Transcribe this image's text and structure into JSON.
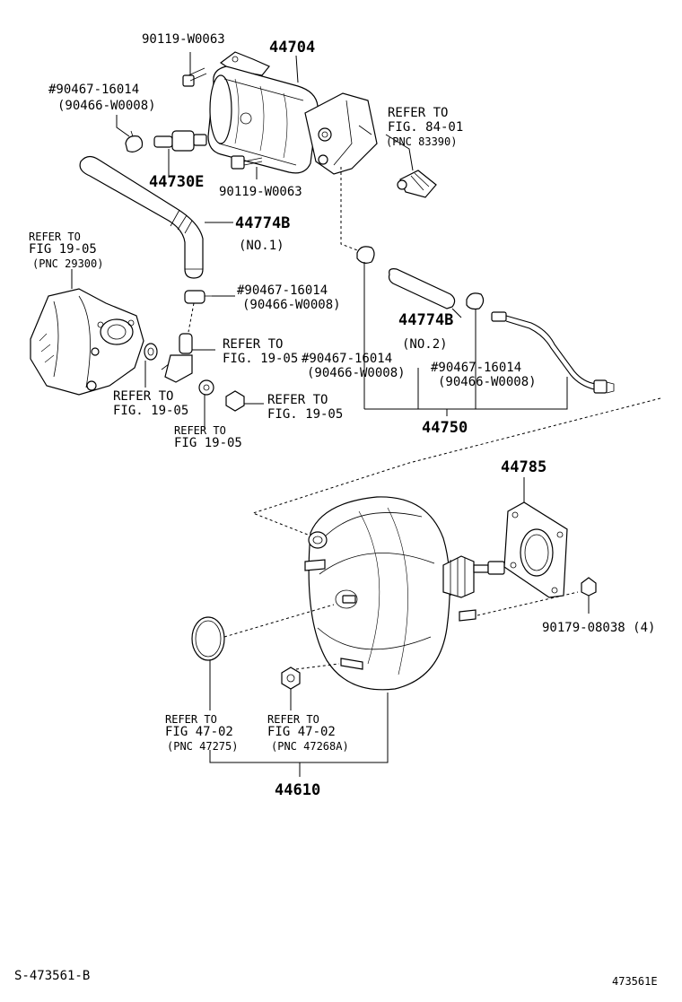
{
  "labels": {
    "bolt_top": "90119-W0063",
    "tank_part": "44704",
    "clip_top_hash": "#90467-16014",
    "clip_top_alt": "(90466-W0008)",
    "refer_84_line1": "REFER TO",
    "refer_84_line2": "FIG. 84-01",
    "refer_84_line3": "(PNC 83390)",
    "check_valve": "44730E",
    "bolt_mid": "90119-W0063",
    "hose_no1_part": "44774B",
    "hose_no1_sub": "(NO.1)",
    "refer_pump_line1": "REFER TO",
    "refer_pump_line2": "FIG 19-05",
    "refer_pump_line3": "(PNC 29300)",
    "clip_mid_hash": "#90467-16014",
    "clip_mid_alt": "(90466-W0008)",
    "refer_union_line1": "REFER TO",
    "refer_union_line2": "FIG. 19-05",
    "hose_no2_part": "44774B",
    "hose_no2_sub": "(NO.2)",
    "clip_low_hash": "#90467-16014",
    "clip_low_alt": "(90466-W0008)",
    "clip_right_hash": "#90467-16014",
    "clip_right_alt": "(90466-W0008)",
    "refer_gasket_line1": "REFER TO",
    "refer_gasket_line2": "FIG. 19-05",
    "refer_washer_line1": "REFER TO",
    "refer_washer_line2": "FIG 19-05",
    "refer_bolt_line1": "REFER TO",
    "refer_bolt_line2": "FIG. 19-05",
    "assy_44750": "44750",
    "gasket_44785": "44785",
    "nut": "90179-08038 (4)",
    "refer_oring_line1": "REFER TO",
    "refer_oring_line2": "FIG 47-02",
    "refer_oring_line3": "(PNC 47275)",
    "refer_nut_line1": "REFER TO",
    "refer_nut_line2": "FIG 47-02",
    "refer_nut_line3": "(PNC 47268A)",
    "booster": "44610",
    "sheet_code": "S-473561-B",
    "figure_id": "473561E"
  }
}
